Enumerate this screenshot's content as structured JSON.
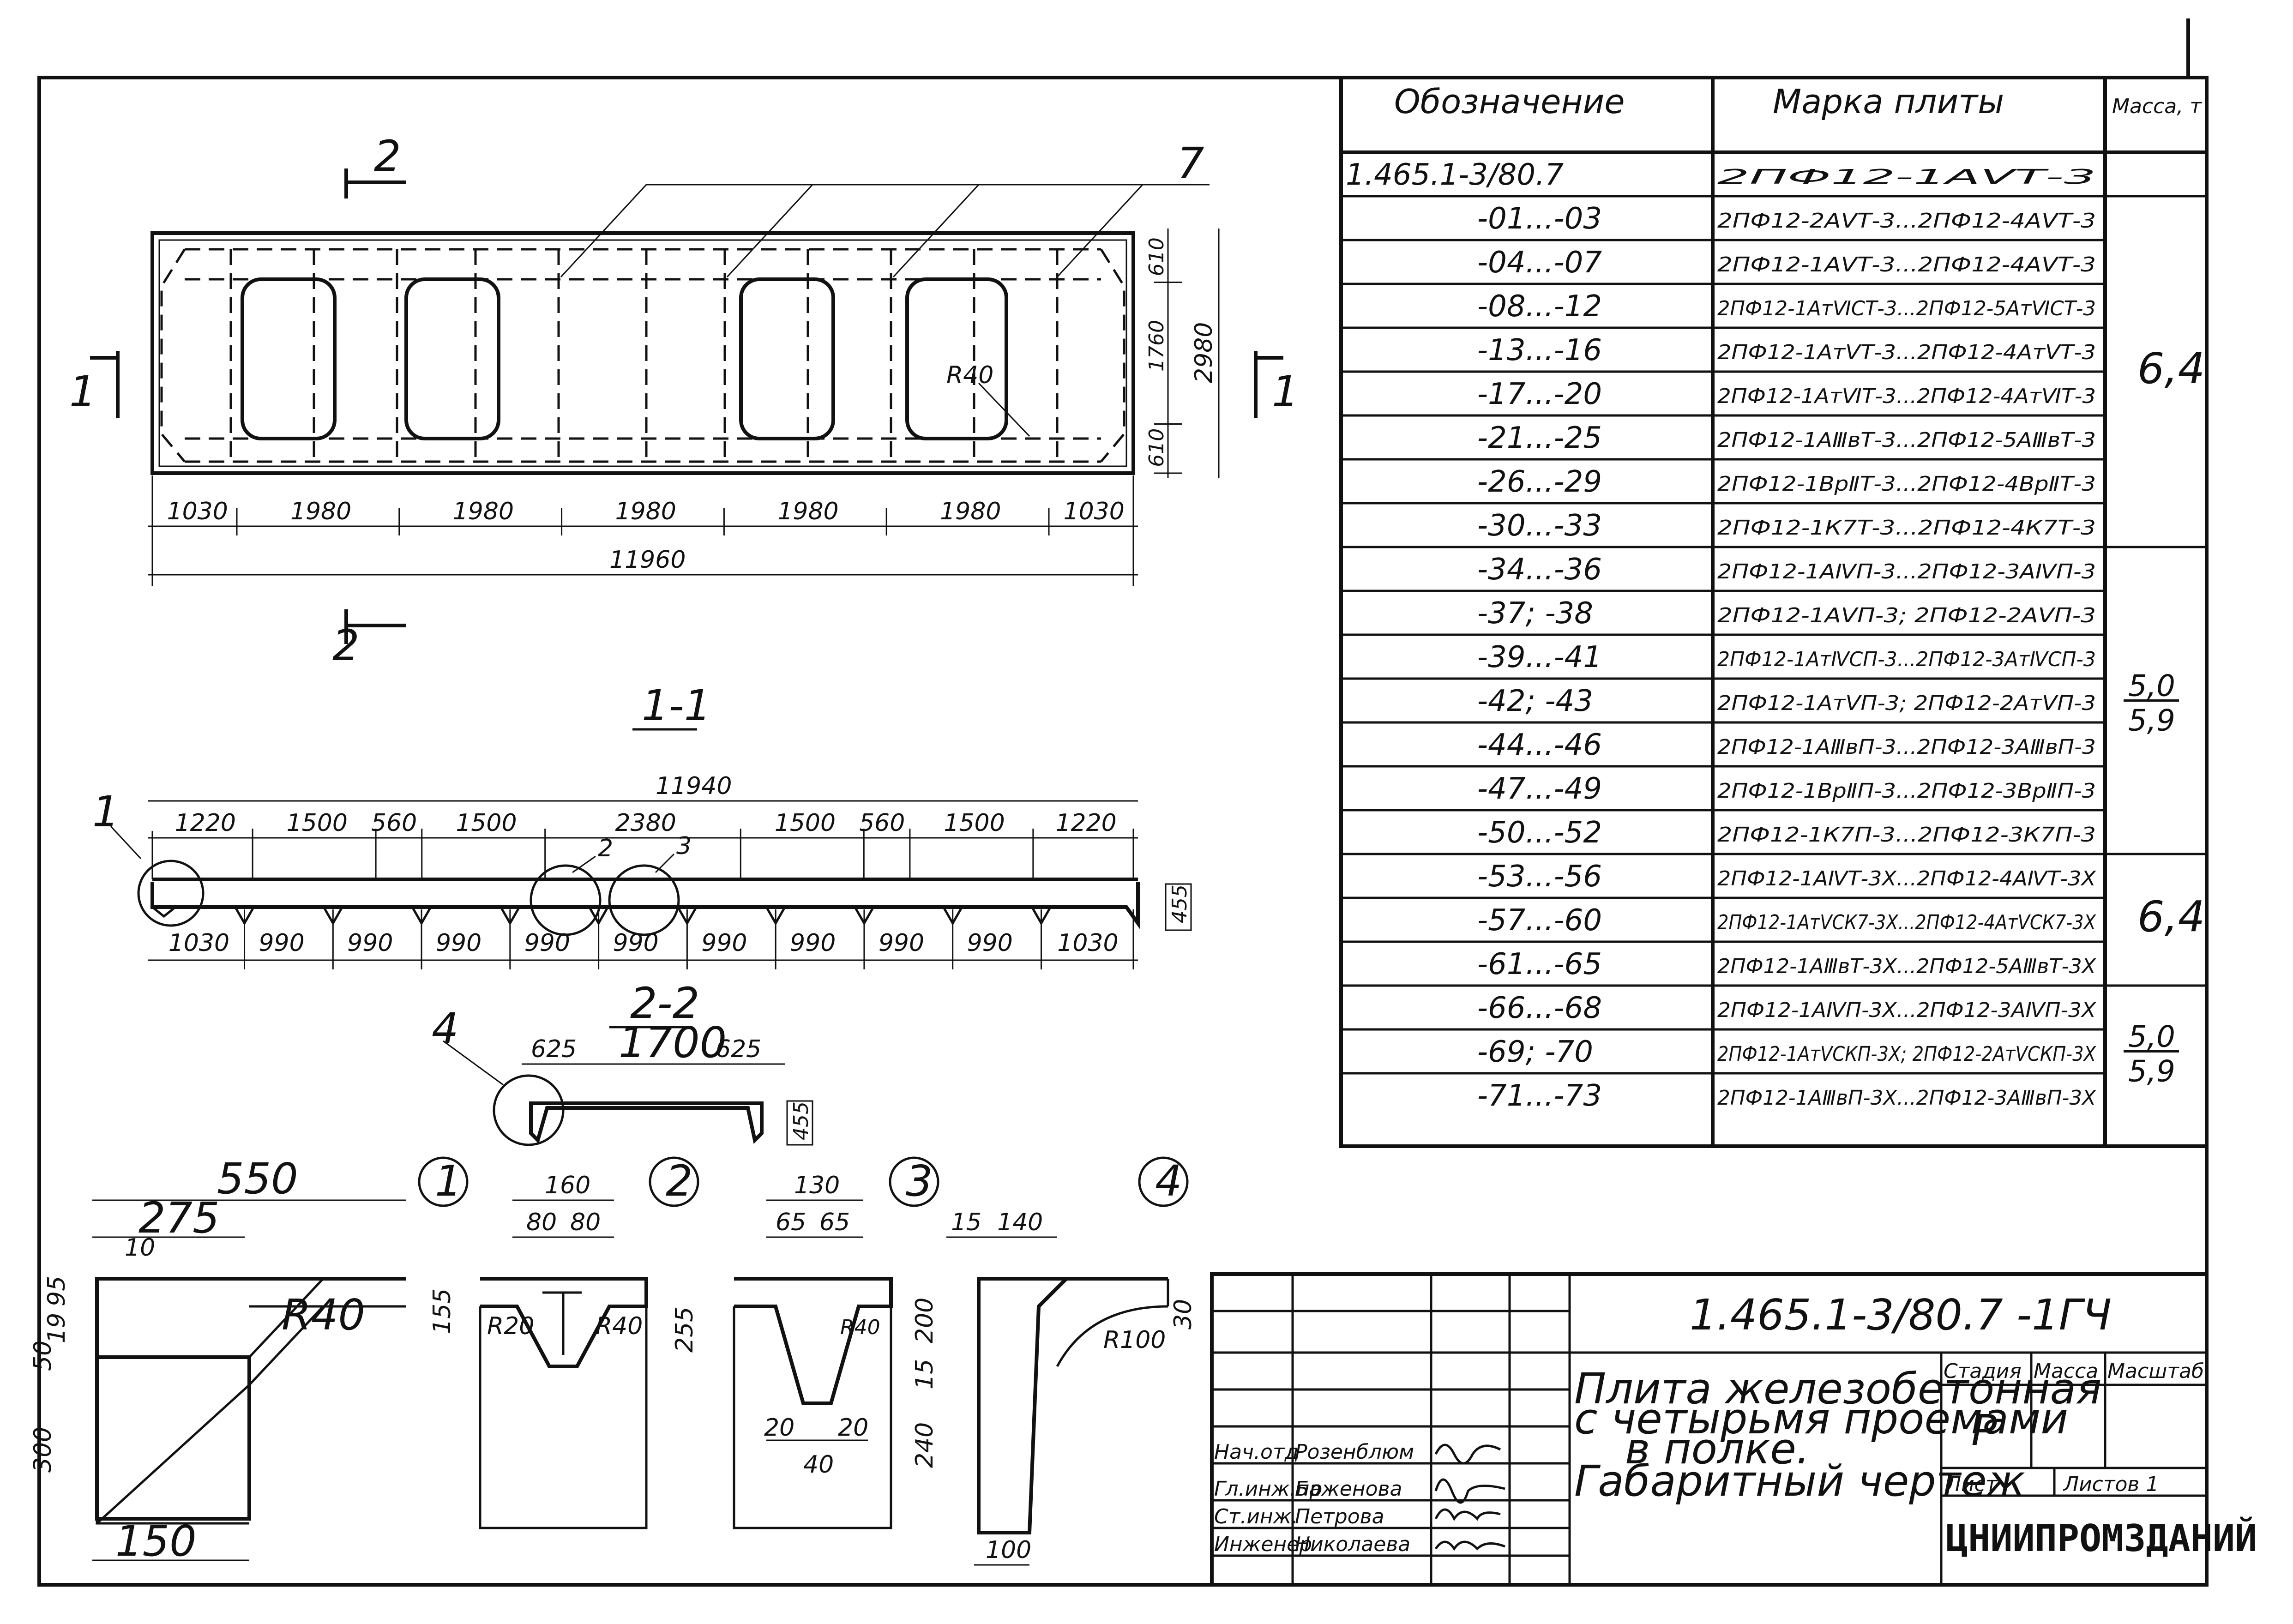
{
  "table": {
    "headers": {
      "designation": "Обозначение",
      "mark": "Марка плиты",
      "mass": "Масса, т"
    },
    "rows": [
      {
        "designation": "1.465.1-3/80.7",
        "mark": "2ПФ12-1АⅤТ-3"
      },
      {
        "designation": "-01...-03",
        "mark": "2ПФ12-2АⅤТ-3...2ПФ12-4АⅤТ-3"
      },
      {
        "designation": "-04...-07",
        "mark": "2ПФ12-1АⅤТ-3...2ПФ12-4АⅤТ-3"
      },
      {
        "designation": "-08...-12",
        "mark": "2ПФ12-1АтⅥСТ-3...2ПФ12-5АтⅥСТ-3"
      },
      {
        "designation": "-13...-16",
        "mark": "2ПФ12-1АтⅤТ-3...2ПФ12-4АтⅤТ-3"
      },
      {
        "designation": "-17...-20",
        "mark": "2ПФ12-1АтⅥТ-3...2ПФ12-4АтⅥТ-3"
      },
      {
        "designation": "-21...-25",
        "mark": "2ПФ12-1АⅢвТ-3...2ПФ12-5АⅢвТ-3"
      },
      {
        "designation": "-26...-29",
        "mark": "2ПФ12-1ВрⅡТ-3...2ПФ12-4ВрⅡТ-3"
      },
      {
        "designation": "-30...-33",
        "mark": "2ПФ12-1К7Т-3...2ПФ12-4К7Т-3"
      },
      {
        "designation": "-34...-36",
        "mark": "2ПФ12-1АⅣП-3...2ПФ12-3АⅣП-3"
      },
      {
        "designation": "-37; -38",
        "mark": "2ПФ12-1АⅤП-3; 2ПФ12-2АⅤП-3"
      },
      {
        "designation": "-39...-41",
        "mark": "2ПФ12-1АтⅣСП-3...2ПФ12-3АтⅣСП-3"
      },
      {
        "designation": "-42; -43",
        "mark": "2ПФ12-1АтⅤП-3; 2ПФ12-2АтⅤП-3"
      },
      {
        "designation": "-44...-46",
        "mark": "2ПФ12-1АⅢвП-3...2ПФ12-3АⅢвП-3"
      },
      {
        "designation": "-47...-49",
        "mark": "2ПФ12-1ВрⅡП-3...2ПФ12-3ВрⅡП-3"
      },
      {
        "designation": "-50...-52",
        "mark": "2ПФ12-1К7П-3...2ПФ12-3К7П-3"
      },
      {
        "designation": "-53...-56",
        "mark": "2ПФ12-1АⅣТ-3Х...2ПФ12-4АⅣТ-3Х"
      },
      {
        "designation": "-57...-60",
        "mark": "2ПФ12-1АтⅤСК7-3Х...2ПФ12-4АтⅤСК7-3Х"
      },
      {
        "designation": "-61...-65",
        "mark": "2ПФ12-1АⅢвТ-3Х...2ПФ12-5АⅢвТ-3Х"
      },
      {
        "designation": "-66...-68",
        "mark": "2ПФ12-1АⅣП-3Х...2ПФ12-3АⅣП-3Х"
      },
      {
        "designation": "-69; -70",
        "mark": "2ПФ12-1АтⅤСКП-3Х; 2ПФ12-2АтⅤСКП-3Х"
      },
      {
        "designation": "-71...-73",
        "mark": "2ПФ12-1АⅢвП-3Х...2ПФ12-3АⅢвП-3Х"
      }
    ],
    "mass_groups": [
      {
        "top": "6,4",
        "bottom": ""
      },
      {
        "top": "5,0",
        "bottom": "5,9"
      },
      {
        "top": "6,4",
        "bottom": ""
      },
      {
        "top": "5,0",
        "bottom": "5,9"
      }
    ]
  },
  "plan": {
    "section_mark": "2",
    "section_mark_side": "1",
    "leader_label": "7",
    "radius": "R40",
    "bottom_dims": [
      "1030",
      "1980",
      "1980",
      "1980",
      "1980",
      "1980",
      "1030"
    ],
    "total": "11960",
    "right_dims": [
      "610",
      "1760",
      "610"
    ],
    "overall_width": "2980"
  },
  "section11": {
    "title": "1-1",
    "total": "11940",
    "top_dims": [
      "1220",
      "1500",
      "560",
      "1500",
      "2380",
      "1500",
      "560",
      "1500",
      "1220"
    ],
    "bottom_dims": [
      "1030",
      "990",
      "990",
      "990",
      "990",
      "990",
      "990",
      "990",
      "990",
      "990",
      "1030"
    ],
    "height": "455",
    "callouts": [
      "1",
      "2",
      "3"
    ]
  },
  "section22": {
    "title": "2-2",
    "subtitle": "1700",
    "dims": [
      "625",
      "625"
    ],
    "height": "455",
    "callout": "4"
  },
  "details": {
    "d1": {
      "num": "1",
      "dims": [
        "550",
        "275",
        "10",
        "95",
        "19",
        "50",
        "300",
        "150"
      ],
      "radius": "R40"
    },
    "d2": {
      "num": "2",
      "dims": [
        "160",
        "80",
        "80",
        "155"
      ],
      "radii": [
        "R20",
        "R40"
      ]
    },
    "d3": {
      "num": "3",
      "dims": [
        "130",
        "65",
        "65",
        "255",
        "20",
        "20",
        "40"
      ],
      "radius": "R40"
    },
    "d4": {
      "num": "4",
      "dims": [
        "15",
        "140",
        "200",
        "15",
        "240",
        "30",
        "100"
      ],
      "radius": "R100"
    }
  },
  "title_block": {
    "doc_code": "1.465.1-3/80.7 -1ГЧ",
    "title_lines": [
      "Плита железобетонная",
      "с четырьмя проемами",
      "в полке.",
      "Габаритный чертеж"
    ],
    "stage_label": "Стадия",
    "mass_label": "Масса",
    "scale_label": "Масштаб",
    "stage_value": "Р",
    "sheet_label": "Лист",
    "sheets_label": "Листов 1",
    "org": "ЦНИИПРОМЗДАНИЙ",
    "staff": [
      {
        "role": "Нач.отд",
        "name": "Розенблюм"
      },
      {
        "role": "Гл.инж.пр",
        "name": "Баженова"
      },
      {
        "role": "Ст.инж.",
        "name": "Петрова"
      },
      {
        "role": "Инженер",
        "name": "Николаева"
      }
    ]
  }
}
